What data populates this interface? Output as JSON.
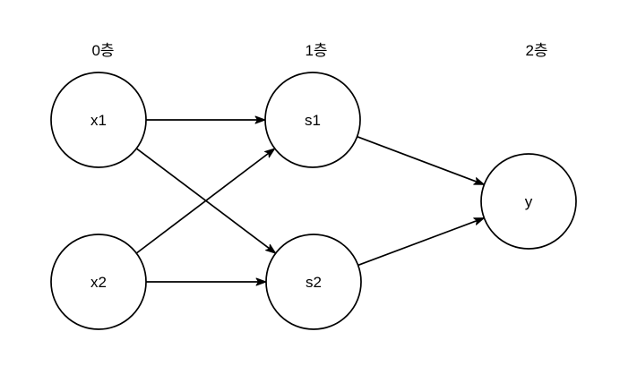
{
  "diagram": {
    "layer_labels": [
      {
        "id": "layer-0",
        "text": "0층"
      },
      {
        "id": "layer-1",
        "text": "1층"
      },
      {
        "id": "layer-2",
        "text": "2층"
      }
    ],
    "nodes": [
      {
        "id": "x1",
        "label": "x1"
      },
      {
        "id": "x2",
        "label": "x2"
      },
      {
        "id": "s1",
        "label": "s1"
      },
      {
        "id": "s2",
        "label": "s2"
      },
      {
        "id": "y",
        "label": "y"
      }
    ],
    "edges": [
      {
        "from": "x1",
        "to": "s1"
      },
      {
        "from": "x1",
        "to": "s2"
      },
      {
        "from": "x2",
        "to": "s1"
      },
      {
        "from": "x2",
        "to": "s2"
      },
      {
        "from": "s1",
        "to": "y"
      },
      {
        "from": "s2",
        "to": "y"
      }
    ],
    "colors": {
      "stroke": "#000000",
      "node_fill": "#ffffff",
      "text": "#000000",
      "background": "#ffffff"
    }
  }
}
